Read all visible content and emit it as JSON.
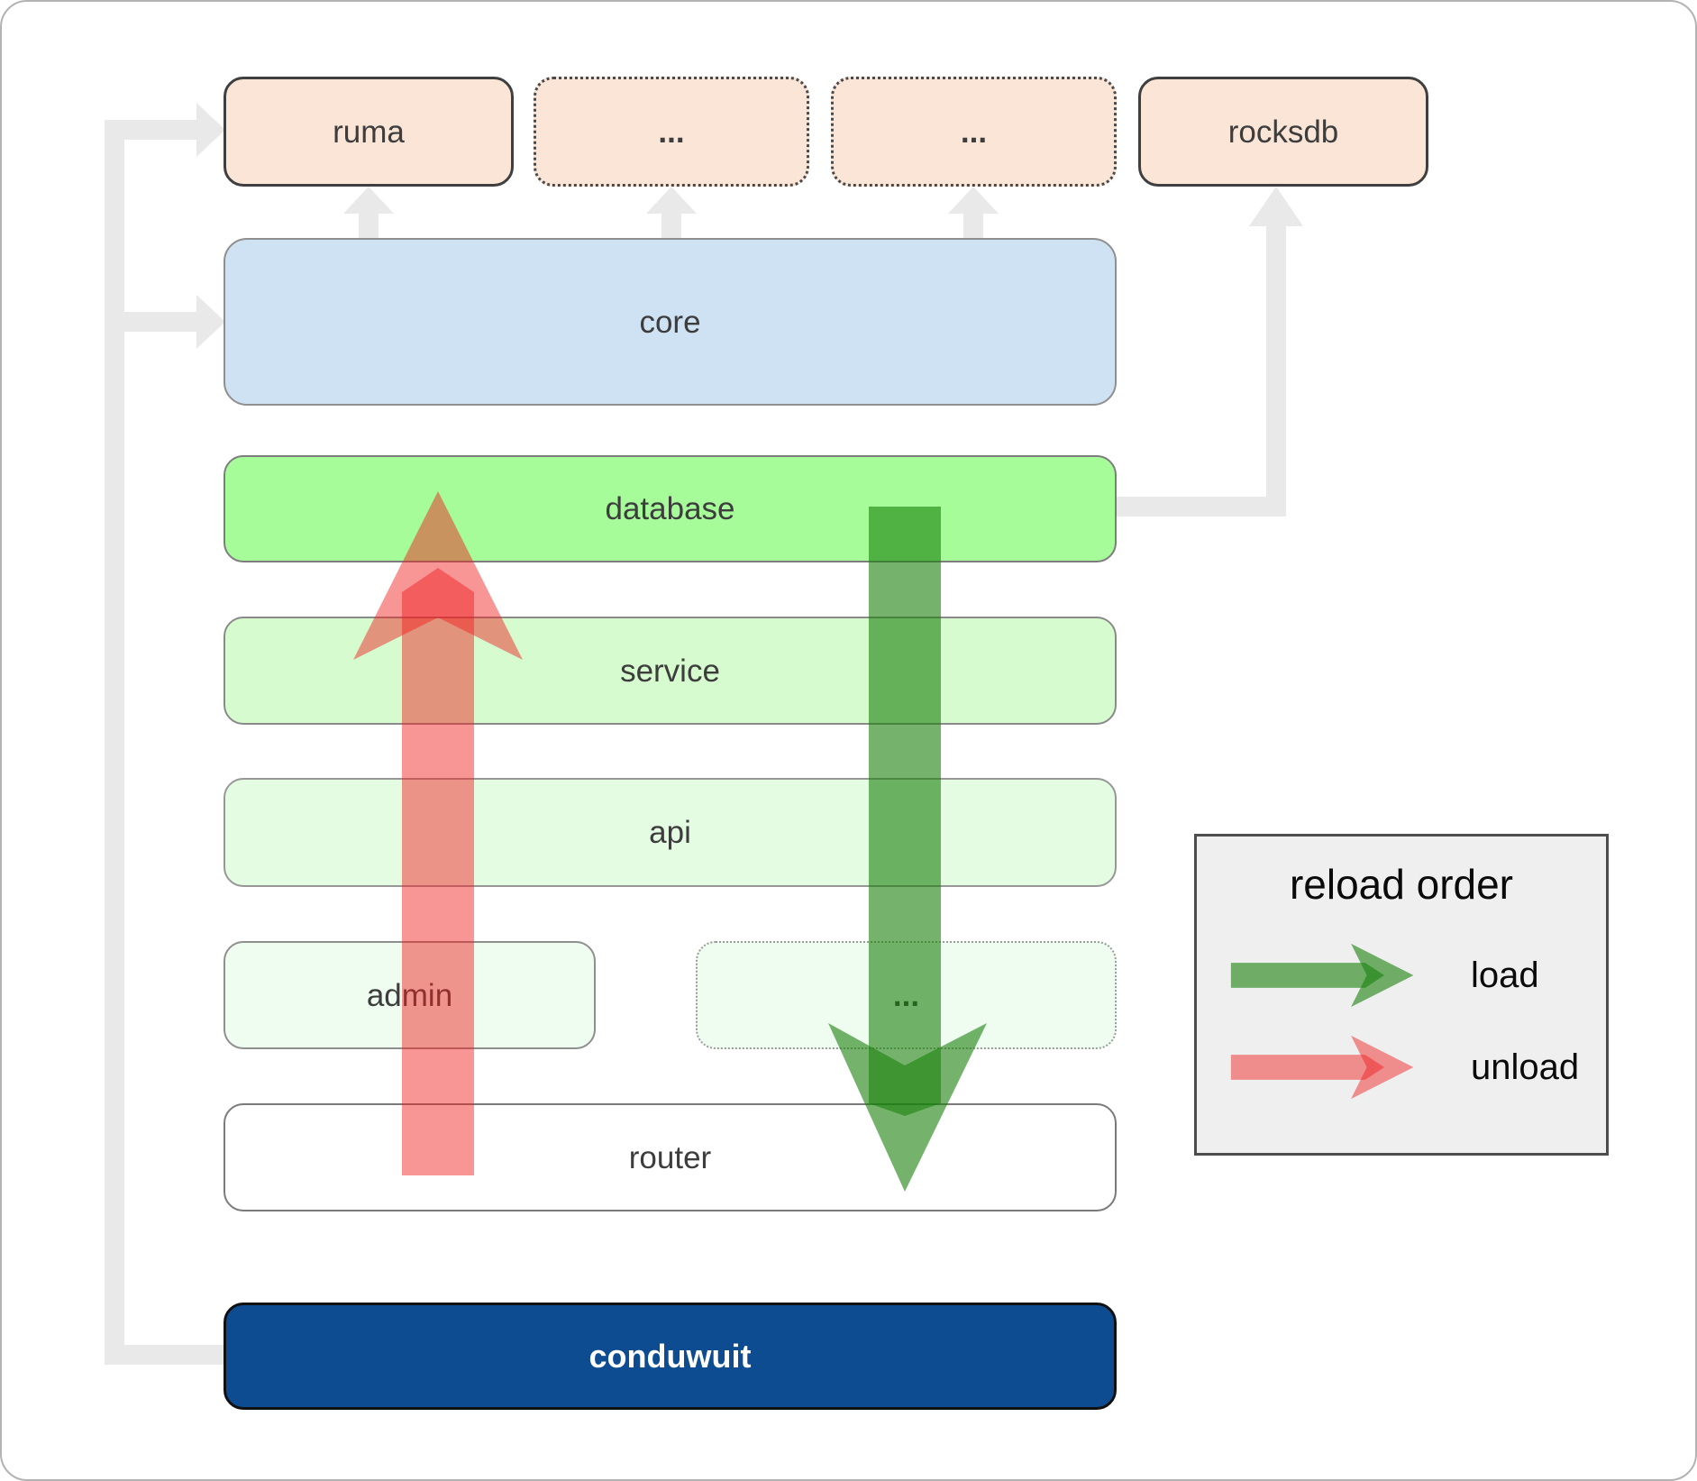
{
  "boxes": {
    "ruma": "ruma",
    "ellipsis_top_1": "...",
    "ellipsis_top_2": "...",
    "rocksdb": "rocksdb",
    "core": "core",
    "database": "database",
    "service": "service",
    "api": "api",
    "admin": "admin",
    "ellipsis_admin": "...",
    "router": "router",
    "conduwuit": "conduwuit"
  },
  "legend": {
    "title": "reload order",
    "load_label": "load",
    "unload_label": "unload"
  },
  "colors": {
    "load_green": "#19800c",
    "unload_red": "#f01e1e",
    "module_peach": "#fbe5d6",
    "core_blue": "#cfe2f3",
    "database_green": "#a5fc99",
    "service_green": "#d6fbce",
    "api_green": "#e4fce2",
    "admin_green": "#effdf0",
    "conduwuit_blue": "#0d4c90",
    "connector_gray": "#e9e9e9",
    "legend_bg": "#efefef"
  }
}
